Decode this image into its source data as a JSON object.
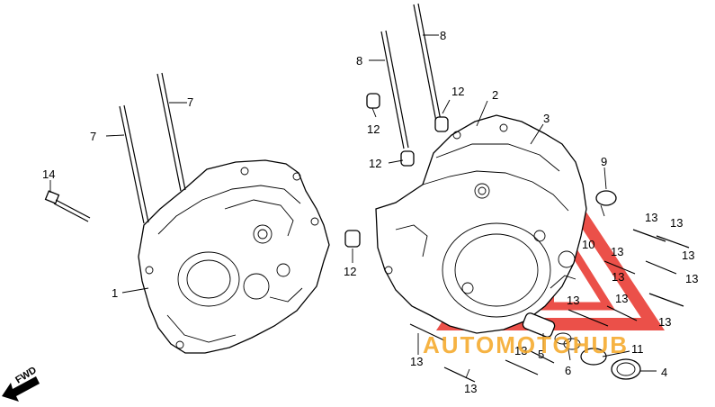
{
  "labels": {
    "p1": "1",
    "p2": "2",
    "p3": "3",
    "p4": "4",
    "p5": "5",
    "p6": "6",
    "p7a": "7",
    "p7b": "7",
    "p8a": "8",
    "p8b": "8",
    "p9": "9",
    "p10": "10",
    "p11": "11",
    "p12a": "12",
    "p12b": "12",
    "p12c": "12",
    "p12d": "12",
    "p13a": "13",
    "p13b": "13",
    "p13c": "13",
    "p13d": "13",
    "p13e": "13",
    "p13f": "13",
    "p13g": "13",
    "p13h": "13",
    "p13i": "13",
    "p13j": "13",
    "p13k": "13",
    "p13l": "13",
    "p14": "14"
  },
  "fwd": "FWD",
  "watermark": "AUTOMOTOHUB",
  "colors": {
    "line": "#000000",
    "watermark_red": "#e8322a",
    "watermark_orange": "#f5a623"
  }
}
